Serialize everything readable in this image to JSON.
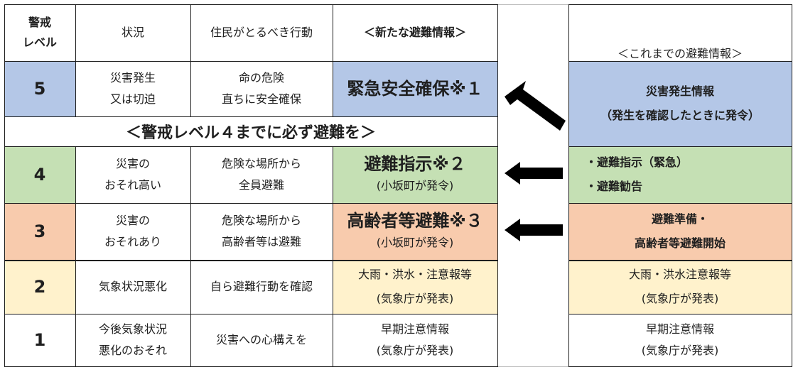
{
  "header": {
    "level_line1": "警戒",
    "level_line2": "レベル",
    "situation": "状況",
    "action": "住民がとるべき行動",
    "new_info": "＜新たな避難情報＞",
    "old_info": "＜これまでの避難情報＞"
  },
  "rows": [
    {
      "level": "5",
      "situation": [
        "災害発生",
        "又は切迫"
      ],
      "action": [
        "命の危険",
        "直ちに安全確保"
      ],
      "new_main": "緊急安全確保※１",
      "new_sub": "",
      "old": [
        "災害発生情報",
        "（発生を確認したときに発令）"
      ]
    },
    {
      "level": "4",
      "situation": [
        "災害の",
        "おそれ高い"
      ],
      "action": [
        "危険な場所から",
        "全員避難"
      ],
      "new_main": "避難指示※２",
      "new_sub": "(小坂町が発令)",
      "old": [
        "・避難指示（緊急）",
        "・避難勧告"
      ]
    },
    {
      "level": "3",
      "situation": [
        "災害の",
        "おそれあり"
      ],
      "action": [
        "危険な場所から",
        "高齢者等は避難"
      ],
      "new_main": "高齢者等避難※３",
      "new_sub": "(小坂町が発令)",
      "old": [
        "避難準備・",
        "高齢者等避難開始"
      ]
    },
    {
      "level": "2",
      "situation": [
        "気象状況悪化"
      ],
      "action": [
        "自ら避難行動を確認"
      ],
      "new_main": "大雨・洪水・注意報等",
      "new_sub": "(気象庁が発表)",
      "old": [
        "大雨・洪水注意報等",
        "(気象庁が発表)"
      ]
    },
    {
      "level": "1",
      "situation": [
        "今後気象状況",
        "悪化のおそれ"
      ],
      "action": [
        "災害への心構えを"
      ],
      "new_main": "早期注意情報",
      "new_sub": "(気象庁が発表)",
      "old": [
        "早期注意情報",
        "(気象庁が発表)"
      ]
    }
  ],
  "banner": "＜警戒レベル４までに必ず避難を＞",
  "colors": {
    "level5": "#b4c7e7",
    "level4": "#c5e0b4",
    "level3": "#f8cbad",
    "level2": "#fff2cc",
    "arrow": "#000000"
  }
}
